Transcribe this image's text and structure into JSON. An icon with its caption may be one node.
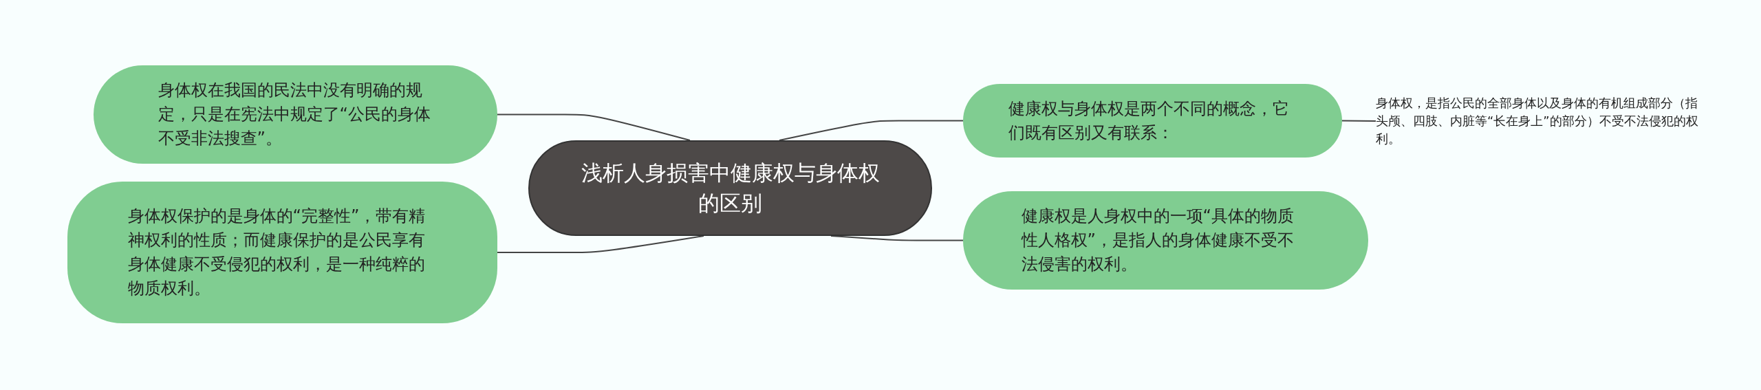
{
  "diagram": {
    "nodes": [
      {
        "text": [
          "浅析人身损害中健康权与身体权的区别"
        ]
      },
      {
        "text": [
          "身体权在我国的民法中没有明确的规定，只是在宪法中规定了“公民的身体不受非法搜查”。"
        ]
      },
      {
        "text": [
          "身体权保护的是身体的“完整性”，带有精神权利的性质；而健康保护的是公民享有身体健康不受侵犯的权利，是一种纯粹的物质权利。"
        ]
      },
      {
        "text": [
          "健康权与身体权是两个不同的概念，它们既有区别又有联系："
        ]
      },
      {
        "text": [
          "健康权是人身权中的一项“具体的物质性人格权”，是指人的身体健康不受不法侵害的权利。"
        ]
      },
      {
        "text": [
          "身体权，是指公民的全部身体以及身体的有机组成部分（指头颅、四肢、内脏等“长在身上”的部分）不受不法侵犯的权利。"
        ]
      }
    ],
    "edges": [
      {
        "from": 0,
        "to": 1,
        "arrow": "none"
      },
      {
        "from": 0,
        "to": 2,
        "arrow": "none"
      },
      {
        "from": 0,
        "to": 3,
        "arrow": "none"
      },
      {
        "from": 0,
        "to": 4,
        "arrow": "none"
      },
      {
        "from": 3,
        "to": 5,
        "arrow": "none"
      }
    ]
  }
}
